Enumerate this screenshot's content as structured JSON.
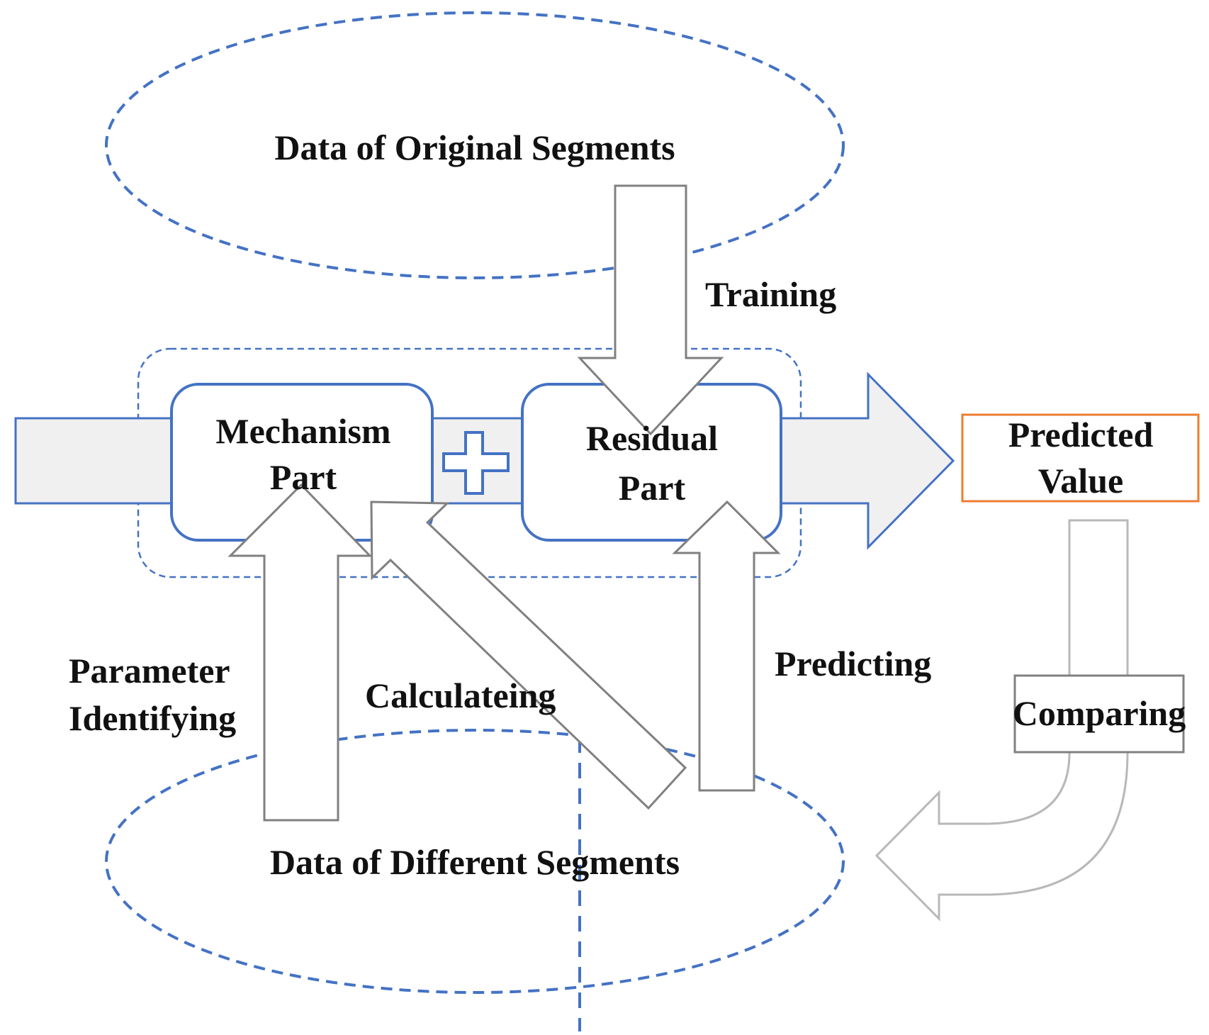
{
  "diagram": {
    "top_ellipse_label": "Data of Original Segments",
    "bottom_ellipse_label": "Data of Different Segments",
    "mechanism_label_line1": "Mechanism",
    "mechanism_label_line2": "Part",
    "residual_label_line1": "Residual",
    "residual_label_line2": "Part",
    "predicted_label_line1": "Predicted",
    "predicted_label_line2": "Value",
    "training_label": "Training",
    "predicting_label": "Predicting",
    "param_label_line1": "Parameter",
    "param_label_line2": "Identifying",
    "calculating_label": "Calculateing",
    "comparing_label": "Comparing"
  },
  "colors": {
    "blue": "#4472c4",
    "orange": "#ed7d31",
    "gray": "#808080",
    "light_gray": "#b8b8b8",
    "band_fill": "#f0f0f0"
  }
}
